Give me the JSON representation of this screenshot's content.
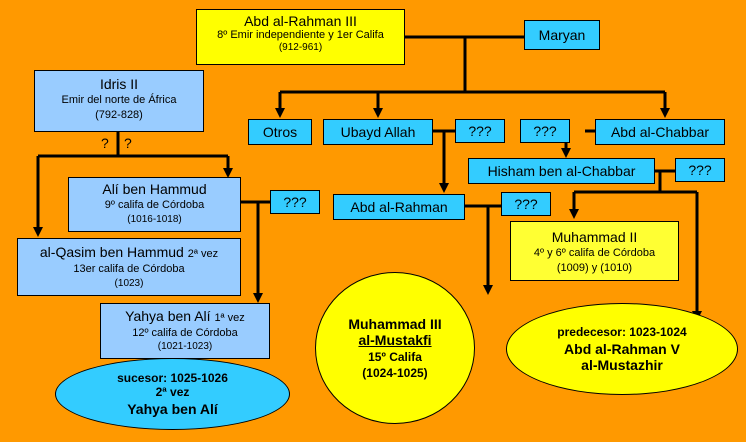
{
  "abd_rahman_iii": {
    "name": "Abd al-Rahman III",
    "title": "8º Emir independiente y 1er Califa",
    "years": "(912-961)"
  },
  "maryan": {
    "name": "Maryan"
  },
  "idris_ii": {
    "name": "Idris II",
    "title": "Emir del norte de África",
    "years": "(792-828)"
  },
  "idris_children": {
    "q1": "?",
    "q2": "?"
  },
  "otros": {
    "name": "Otros"
  },
  "ubayd_allah": {
    "name": "Ubayd Allah",
    "spouse": "???"
  },
  "abd_chabbar": {
    "name": "Abd al-Chabbar",
    "spouse": "???"
  },
  "hisham": {
    "name": "Hisham ben al-Chabbar",
    "spouse": "???"
  },
  "ali_hammud": {
    "name": "Alí ben Hammud",
    "title": "9º califa de Córdoba",
    "years": "(1016-1018)",
    "spouse": "???"
  },
  "abd_rahman": {
    "name": "Abd al-Rahman",
    "spouse": "???"
  },
  "muhammad_ii": {
    "name": "Muhammad II",
    "title": "4º y 6º califa de Córdoba",
    "years": "(1009) y (1010)"
  },
  "qasim": {
    "name": "al-Qasim ben Hammud",
    "vez": "2ª vez",
    "title": "13er califa de Córdoba",
    "years": "(1023)"
  },
  "yahya": {
    "name": "Yahya ben Alí",
    "vez": "1ª vez",
    "title": "12º califa de Córdoba",
    "years": "(1021-1023)"
  },
  "sucesor": {
    "line1": "sucesor: 1025-1026",
    "line2": "2ª vez",
    "line3": "Yahya ben Alí"
  },
  "muhammad_iii": {
    "line1": "Muhammad III",
    "line2": "al-Mustakfi",
    "line3": "15º Califa",
    "line4": "(1024-1025)"
  },
  "predecesor": {
    "line1": "predecesor: 1023-1024",
    "line2": "Abd al-Rahman V",
    "line3": "al-Mustazhir"
  }
}
